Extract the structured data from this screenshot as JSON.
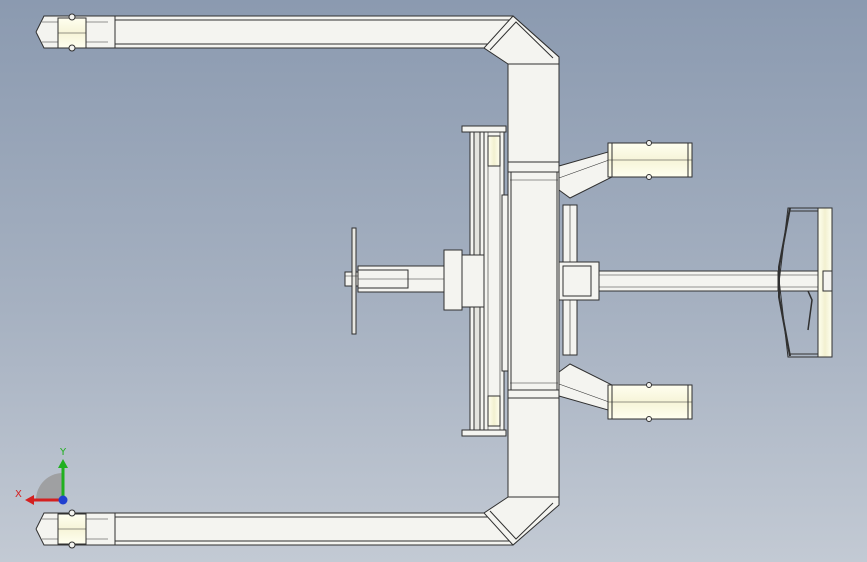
{
  "view": {
    "name": "top-view",
    "background_top": "#8b9ab0",
    "background_bottom": "#c3cad4"
  },
  "model": {
    "parts": [
      "fork-upper",
      "fork-lower",
      "chassis-frame",
      "steering-wheel-upper",
      "steering-wheel-lower",
      "load-wheel-upper",
      "load-wheel-lower",
      "handle-bar",
      "handle-grip",
      "hydraulic-pump",
      "backrest-bar"
    ]
  },
  "triad": {
    "x_label": "X",
    "y_label": "Y",
    "x_color": "#d42020",
    "y_color": "#20b020",
    "z_color": "#2040d0"
  },
  "colors": {
    "body_fill": "#f4f4f0",
    "stroke": "#303030",
    "wheel_fill": "#ffffe8",
    "shade": "#d8d8d0"
  }
}
